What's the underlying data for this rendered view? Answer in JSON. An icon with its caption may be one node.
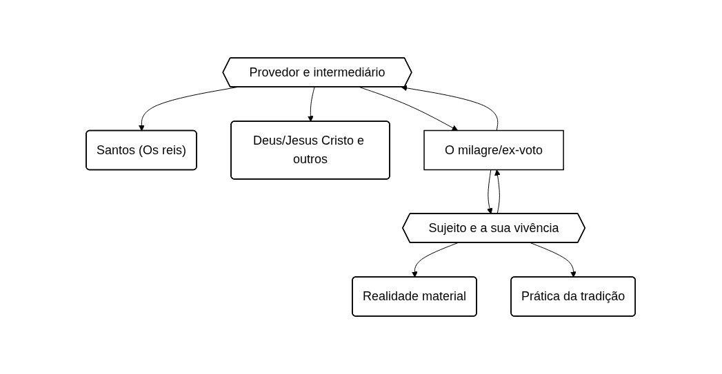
{
  "diagram": {
    "nodes": [
      {
        "text": [
          "Santos (Os reis)"
        ]
      },
      {
        "text": [
          "Provedor e intermediário"
        ]
      },
      {
        "text": [
          "Deus/Jesus Cristo e outros"
        ]
      },
      {
        "text": [
          "O milagre/ex-voto"
        ]
      },
      {
        "text": [
          "Realidade material"
        ]
      },
      {
        "text": [
          "Sujeito e a sua vivência"
        ]
      },
      {
        "text": [
          "Prática da tradição"
        ]
      }
    ],
    "edges": [
      {
        "from": 1,
        "to": 0,
        "arrow": "to"
      },
      {
        "from": 1,
        "to": 2,
        "arrow": "to"
      },
      {
        "from": 1,
        "to": 3,
        "arrow": "to"
      },
      {
        "from": 3,
        "to": 1,
        "arrow": "to"
      },
      {
        "from": 3,
        "to": 5,
        "arrow": "to"
      },
      {
        "from": 5,
        "to": 3,
        "arrow": "to"
      },
      {
        "from": 5,
        "to": 4,
        "arrow": "to"
      },
      {
        "from": 5,
        "to": 6,
        "arrow": "to"
      }
    ]
  }
}
